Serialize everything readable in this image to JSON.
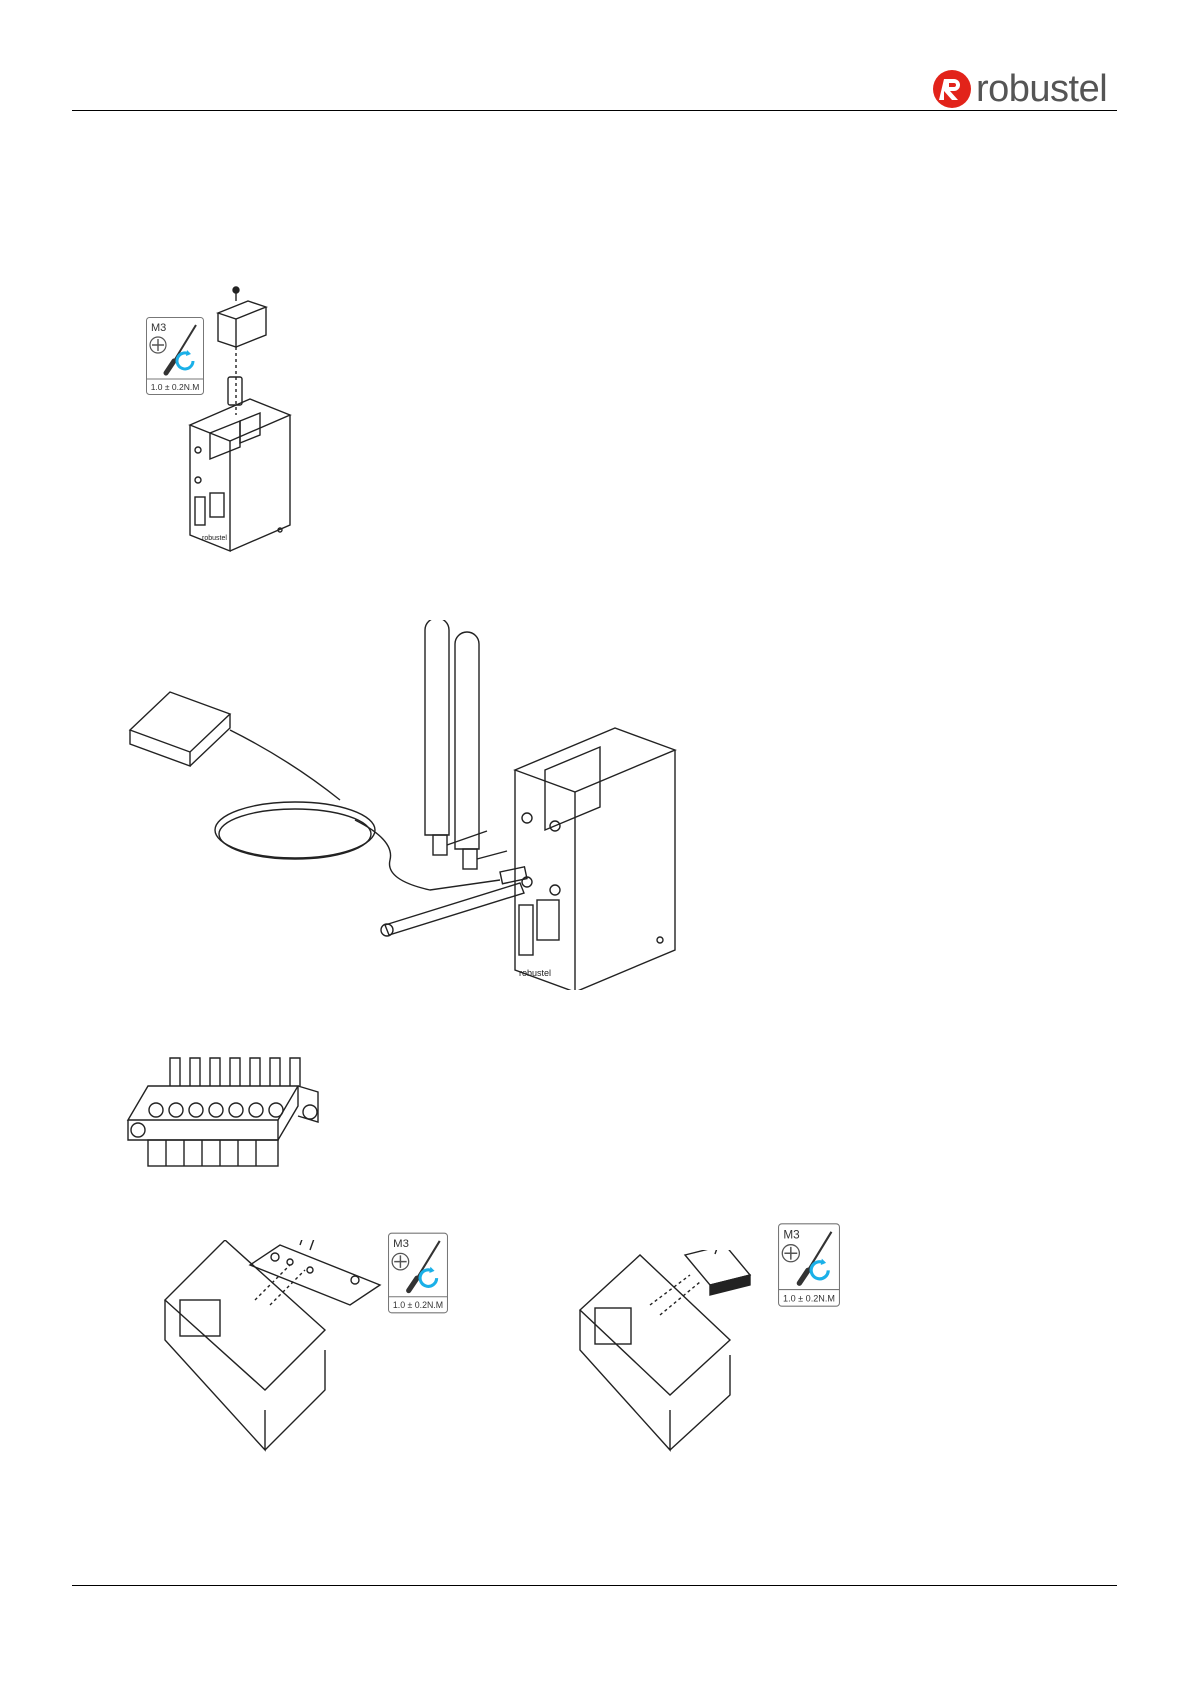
{
  "header": {
    "logo_text": "robustel"
  },
  "tool_badges": [
    {
      "screw": "M3",
      "torque": "1.0 ± 0.2N.M"
    },
    {
      "screw": "M3",
      "torque": "1.0 ± 0.2N.M"
    },
    {
      "screw": "M3",
      "torque": "1.0 ± 0.2N.M"
    }
  ],
  "colors": {
    "brand_red": "#e2231a",
    "rotate_arrow": "#1ab0e8",
    "line_art": "#222222"
  }
}
